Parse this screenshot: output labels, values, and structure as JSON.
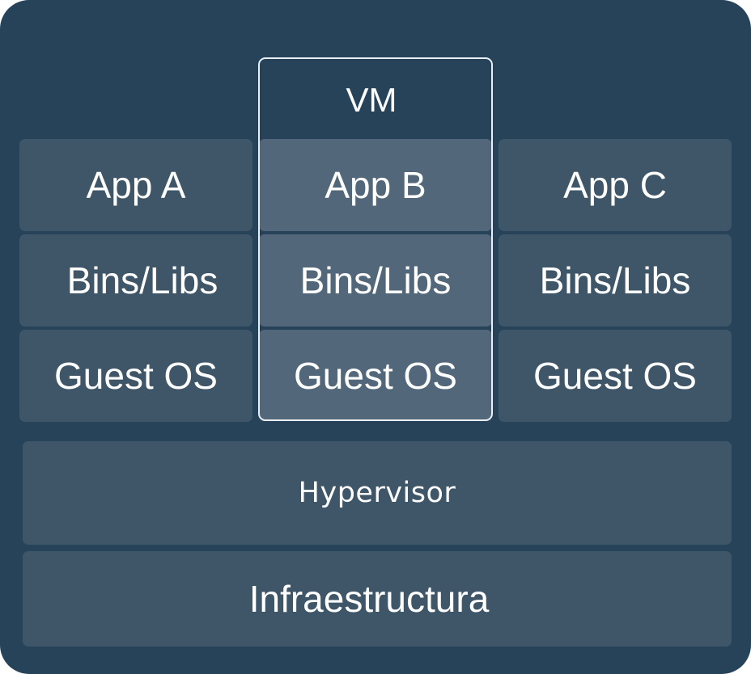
{
  "diagram": {
    "vm_label": "VM",
    "columns": [
      {
        "app": "App A",
        "bins": "Bins/Libs",
        "guest_os": "Guest OS"
      },
      {
        "app": "App B",
        "bins": "Bins/Libs",
        "guest_os": "Guest OS"
      },
      {
        "app": "App C",
        "bins": "Bins/Libs",
        "guest_os": "Guest OS"
      }
    ],
    "hypervisor": "Hypervisor",
    "infrastructure": "Infraestructura"
  },
  "colors": {
    "background": "#26435a",
    "cell": "#3e5668",
    "vm_cell": "#52687a",
    "vm_outline": "#e8eef3",
    "text": "#ffffff"
  }
}
